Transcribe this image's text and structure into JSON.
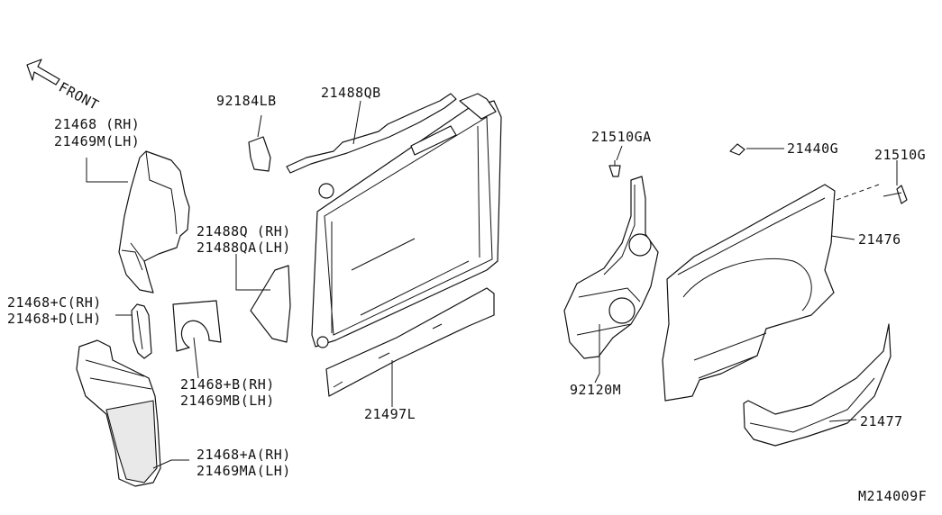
{
  "diagram": {
    "figure_code": "M214009F",
    "direction_label": "FRONT",
    "callouts": {
      "p21468_1": "21468  (RH)",
      "p21468_2": "21469M(LH)",
      "p21468c_1": "21468+C(RH)",
      "p21468c_2": "21468+D(LH)",
      "p21468a_1": "21468+A(RH)",
      "p21468a_2": "21469MA(LH)",
      "p21468b_1": "21468+B(RH)",
      "p21468b_2": "21469MB(LH)",
      "p92184": "92184LB",
      "p21488qb": "21488QB",
      "p21488q_1": "21488Q  (RH)",
      "p21488q_2": "21488QA(LH)",
      "p21497": "21497L",
      "p21510ga": "21510GA",
      "p92120": "92120M",
      "p21440": "21440G",
      "p21510g": "21510G",
      "p21476": "21476",
      "p21477": "21477"
    }
  }
}
